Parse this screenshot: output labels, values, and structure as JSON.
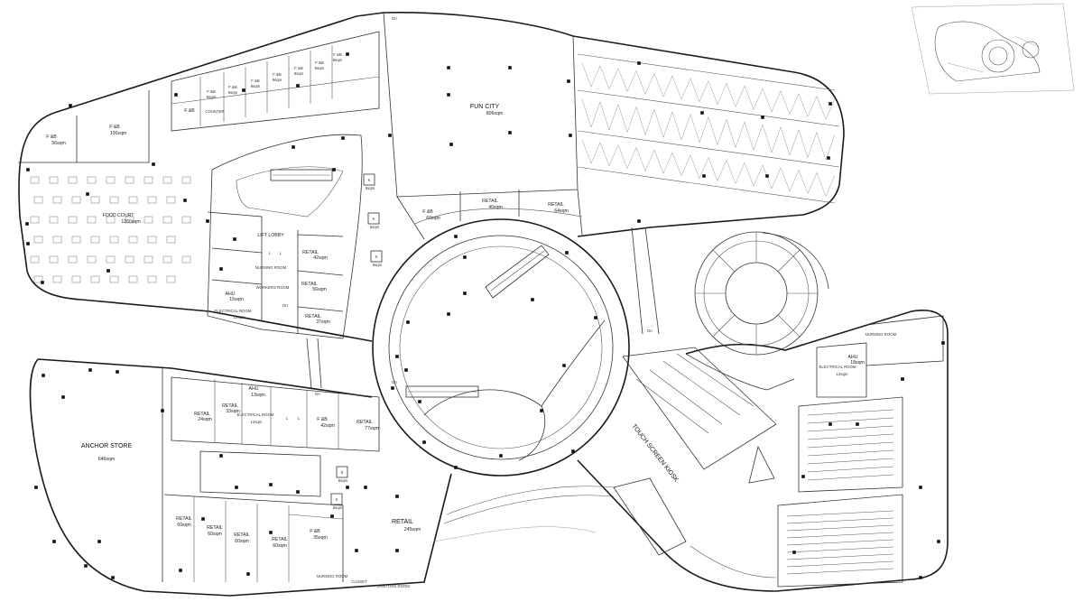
{
  "rooms": {
    "fun_city": {
      "name": "FUN CITY",
      "area": "806sqm"
    },
    "food_court": {
      "name": "FOOD COURT",
      "area": "1260sqm"
    },
    "fb_56": {
      "name": "F &B",
      "area": "56sqm"
    },
    "fb_100": {
      "name": "F &B",
      "area": "100sqm"
    },
    "fb_small_label": "F &B",
    "fb_small_area": "9sqm",
    "fb_plain": "F &B",
    "counter": "COUNTER",
    "retail_42a": {
      "name": "RETAIL",
      "area": "42sqm"
    },
    "retail_56": {
      "name": "RETAIL",
      "area": "56sqm"
    },
    "retail_37": {
      "name": "RETAIL",
      "area": "37sqm"
    },
    "lift_lobby": "LIFT LOBBY",
    "nursing_1": "NURSING ROOM",
    "workers_room": "WORKERS ROOM",
    "ahu_15": {
      "name": "AHU",
      "area": "15sqm"
    },
    "electrical_10": {
      "name": "ELECTRICAL ROOM",
      "area": "10sqm"
    },
    "fb_60": {
      "name": "F &B",
      "area": "60sqm"
    },
    "retail_40": {
      "name": "RETAIL",
      "area": "40sqm"
    },
    "retail_64": {
      "name": "RETAIL",
      "area": "64sqm"
    },
    "kiosk_k": "K",
    "kiosk_area": "6sqm",
    "anchor_store": {
      "name": "ANCHOR STORE",
      "area": "646sqm"
    },
    "retail_24": {
      "name": "RETAIL",
      "area": "24sqm"
    },
    "retail_33": {
      "name": "RETAIL",
      "area": "33sqm"
    },
    "ahu_13": {
      "name": "AHU",
      "area": "13sqm"
    },
    "electrical_12": {
      "name": "ELECTRICAL ROOM",
      "area": "12sqm"
    },
    "fb_42": {
      "name": "F &B",
      "area": "42sqm"
    },
    "retail_77": {
      "name": "RETAIL",
      "area": "77sqm"
    },
    "retail_60_label": "RETAIL",
    "retail_60_area": "60sqm",
    "fb_35": {
      "name": "F &B",
      "area": "35sqm"
    },
    "retail_245": {
      "name": "RETAIL",
      "area": "245sqm"
    },
    "nursing_2": "NURSING ROOM",
    "closet": "CLOSET",
    "janitors": "JANITORS ROOM",
    "nursing_3": "NURSING ROOM",
    "ahu_18": {
      "name": "AHU",
      "area": "18sqm"
    },
    "electrical_13": {
      "name": "ELECTRICAL ROOM",
      "area": "13sqm"
    },
    "touch_screen_kiosk": "TOUCH SCREEN KIOSK",
    "lift_l": "L",
    "dn": "Dn"
  }
}
